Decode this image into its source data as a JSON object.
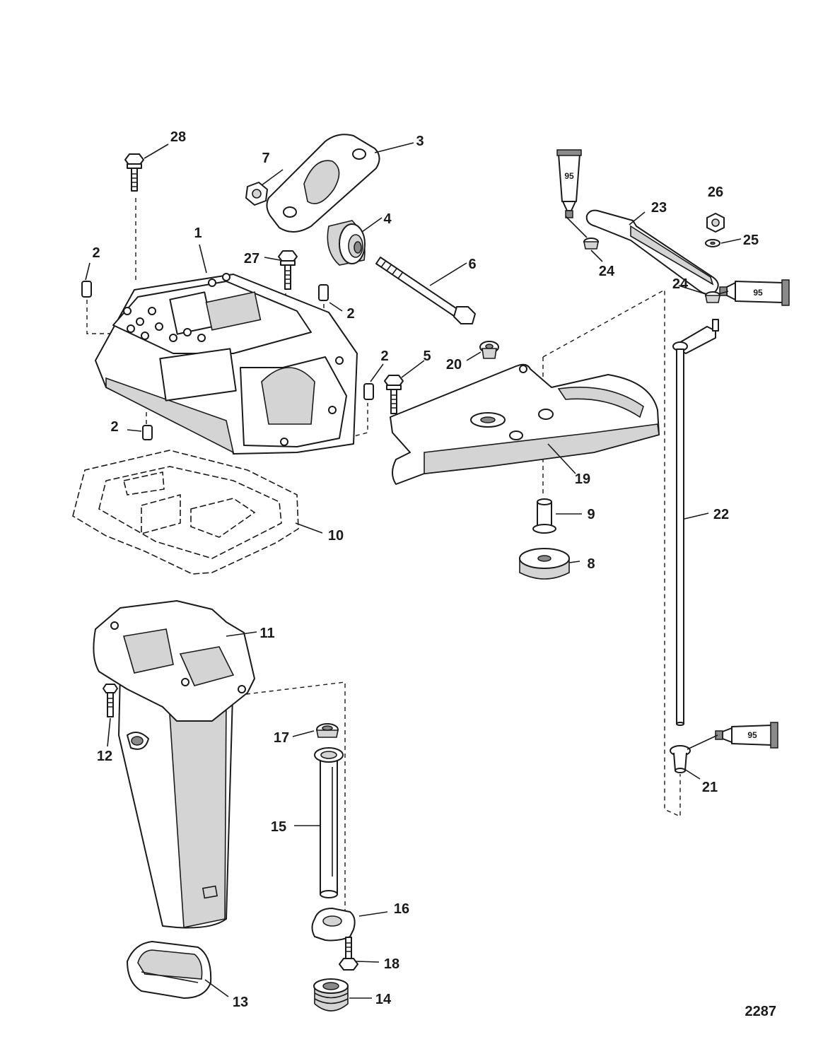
{
  "figure_number": "2287",
  "sealant_tube_label": "95",
  "callouts": {
    "c1": "1",
    "c2a": "2",
    "c2b": "2",
    "c2c": "2",
    "c2d": "2",
    "c3": "3",
    "c4": "4",
    "c5": "5",
    "c6": "6",
    "c7": "7",
    "c8": "8",
    "c9": "9",
    "c10": "10",
    "c11": "11",
    "c12": "12",
    "c13": "13",
    "c14": "14",
    "c15": "15",
    "c16": "16",
    "c17": "17",
    "c18": "18",
    "c19": "19",
    "c20": "20",
    "c21": "21",
    "c22": "22",
    "c23": "23",
    "c24a": "24",
    "c24b": "24",
    "c25": "25",
    "c26": "26",
    "c27": "27",
    "c28": "28"
  }
}
